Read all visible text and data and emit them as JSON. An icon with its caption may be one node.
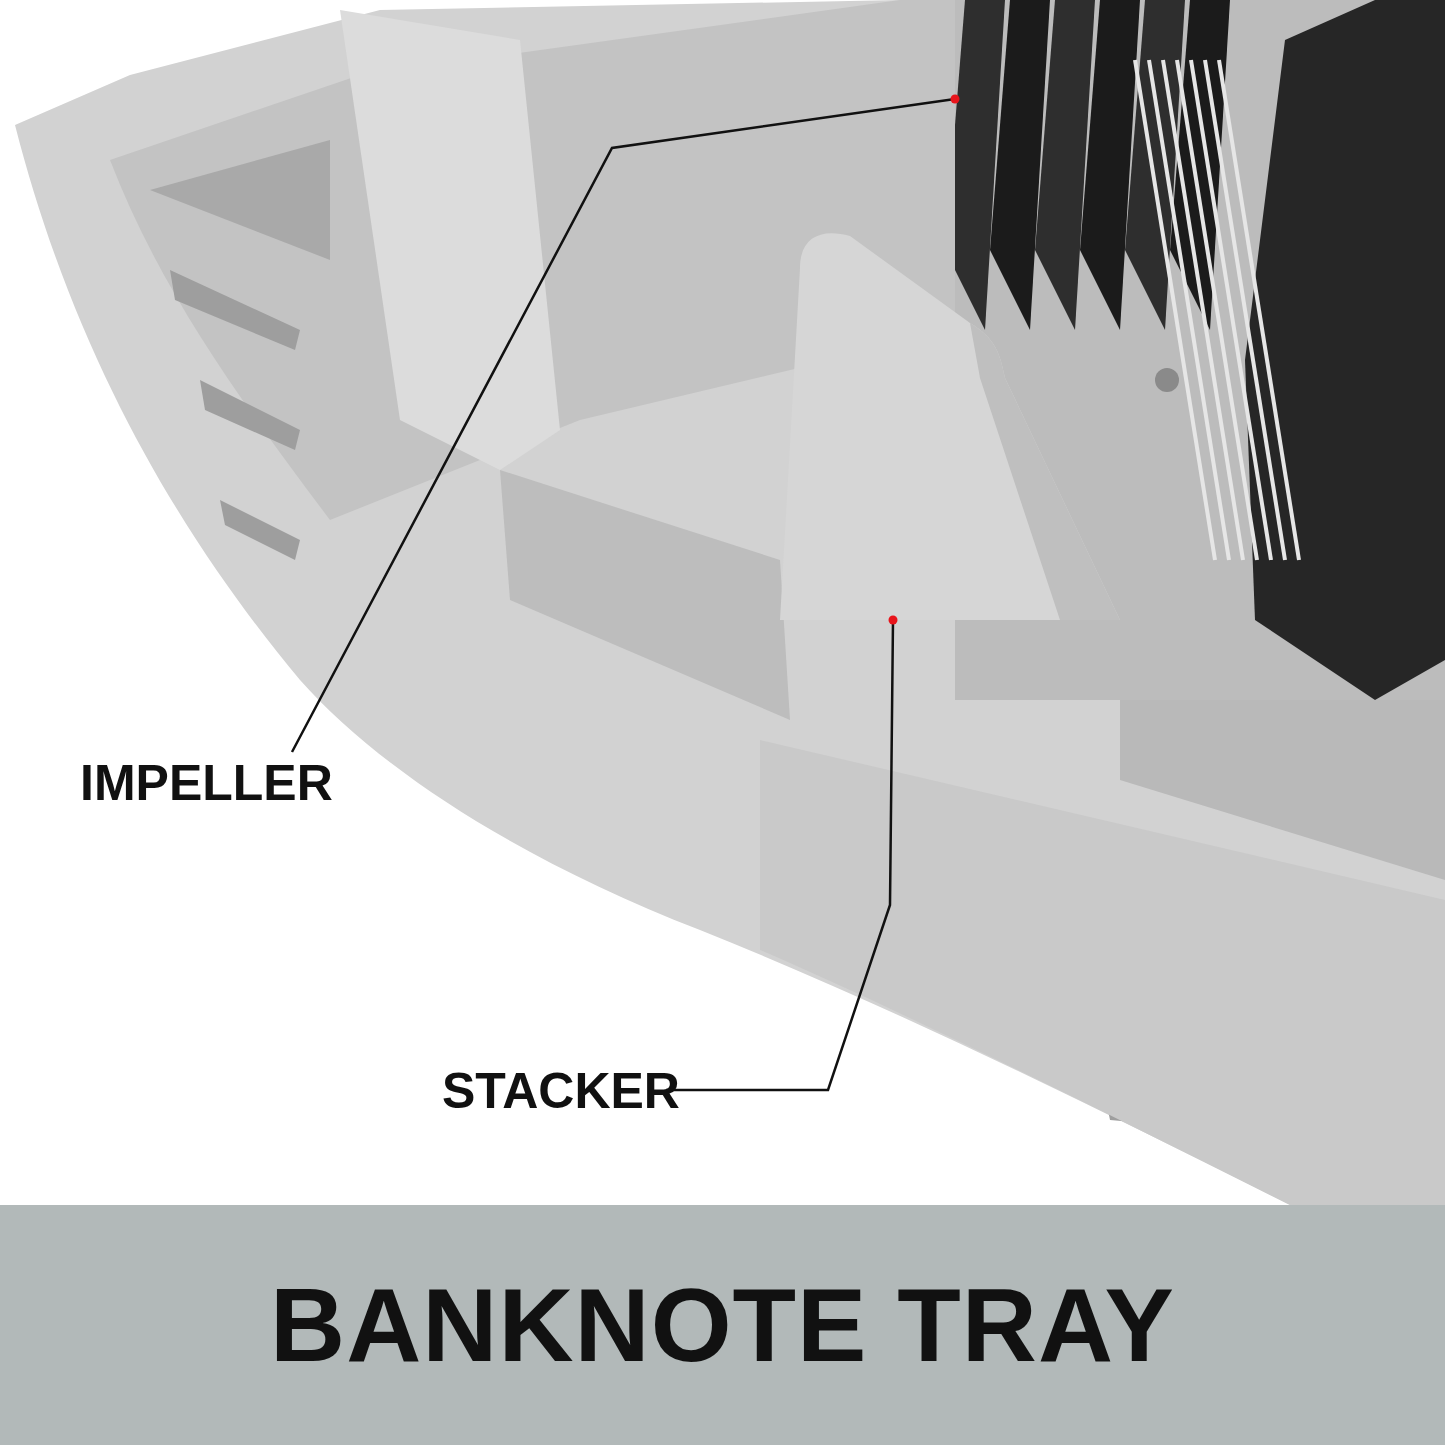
{
  "diagram": {
    "title": "BANKNOTE TRAY",
    "nodes": [
      {
        "text": [
          "IMPELLER"
        ]
      },
      {
        "text": [],
        "shape": "picture"
      },
      {
        "text": [
          "STACKER"
        ]
      },
      {
        "text": [],
        "shape": "picture"
      }
    ],
    "edges": [
      {
        "from": 0,
        "to": 1,
        "arrow": "other"
      },
      {
        "from": 2,
        "to": 3,
        "arrow": "other"
      }
    ]
  }
}
